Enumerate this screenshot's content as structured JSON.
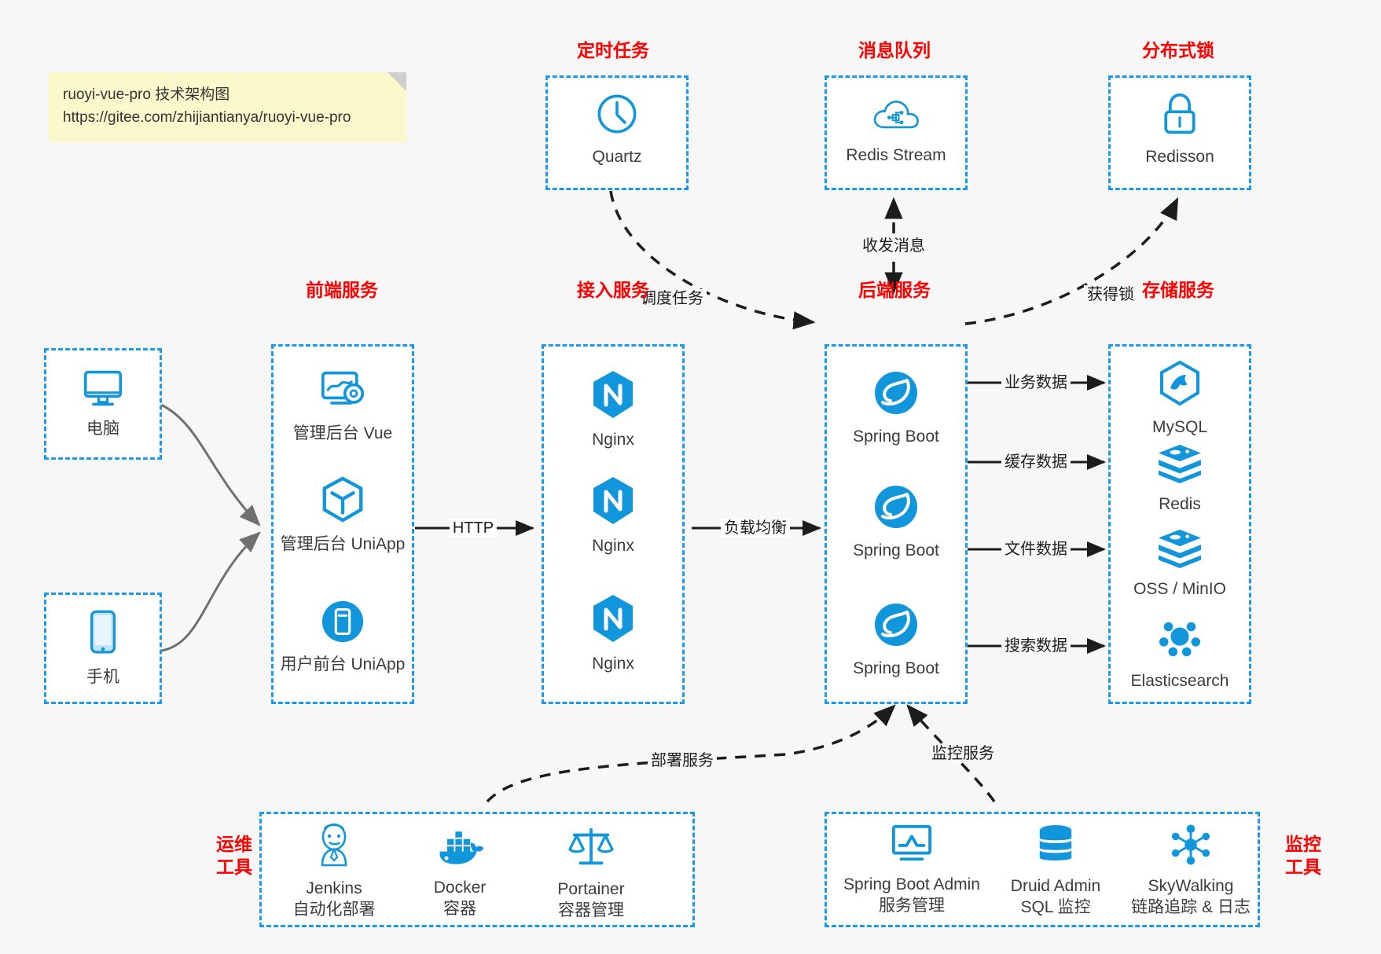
{
  "note": {
    "line1": "ruoyi-vue-pro 技术架构图",
    "line2": "https://gitee.com/zhijiantianya/ruoyi-vue-pro"
  },
  "colors": {
    "accent_blue": "#1a9aee",
    "icon_blue": "#1296db",
    "title_red": "#ff0000",
    "background": "#f7f7f7",
    "note_yellow": "#fbf8cc",
    "edge_gray": "#6f6f6f",
    "edge_black": "#1c1c1c"
  },
  "groups": {
    "scheduler": {
      "title": "定时任务",
      "nodes": [
        {
          "label": "Quartz",
          "icon": "clock-icon"
        }
      ]
    },
    "mq": {
      "title": "消息队列",
      "nodes": [
        {
          "label": "Redis Stream",
          "icon": "cloud-stream-icon"
        }
      ]
    },
    "lock": {
      "title": "分布式锁",
      "nodes": [
        {
          "label": "Redisson",
          "icon": "lock-icon"
        }
      ]
    },
    "clients": {
      "nodes": [
        {
          "label": "电脑",
          "icon": "desktop-monitor-icon"
        },
        {
          "label": "手机",
          "icon": "mobile-phone-icon"
        }
      ]
    },
    "frontend": {
      "title": "前端服务",
      "nodes": [
        {
          "label": "管理后台 Vue",
          "icon": "dashboard-gear-icon"
        },
        {
          "label": "管理后台 UniApp",
          "icon": "uniapp-cube-icon"
        },
        {
          "label": "用户前台 UniApp",
          "icon": "mobile-app-icon"
        }
      ]
    },
    "gateway": {
      "title": "接入服务",
      "nodes": [
        {
          "label": "Nginx",
          "icon": "nginx-icon"
        },
        {
          "label": "Nginx",
          "icon": "nginx-icon"
        },
        {
          "label": "Nginx",
          "icon": "nginx-icon"
        }
      ]
    },
    "backend": {
      "title": "后端服务",
      "nodes": [
        {
          "label": "Spring Boot",
          "icon": "spring-boot-icon"
        },
        {
          "label": "Spring Boot",
          "icon": "spring-boot-icon"
        },
        {
          "label": "Spring Boot",
          "icon": "spring-boot-icon"
        }
      ]
    },
    "storage": {
      "title": "存储服务",
      "nodes": [
        {
          "label": "MySQL",
          "icon": "mysql-icon"
        },
        {
          "label": "Redis",
          "icon": "redis-icon"
        },
        {
          "label": "OSS / MinIO",
          "icon": "oss-minio-icon"
        },
        {
          "label": "Elasticsearch",
          "icon": "elasticsearch-icon"
        }
      ]
    },
    "devops": {
      "title_line1": "运维",
      "title_line2": "工具",
      "nodes": [
        {
          "label": "Jenkins",
          "sublabel": "自动化部署",
          "icon": "jenkins-icon"
        },
        {
          "label": "Docker",
          "sublabel": "容器",
          "icon": "docker-icon"
        },
        {
          "label": "Portainer",
          "sublabel": "容器管理",
          "icon": "portainer-scales-icon"
        }
      ]
    },
    "monitor": {
      "title_line1": "监控",
      "title_line2": "工具",
      "nodes": [
        {
          "label": "Spring Boot Admin",
          "sublabel": "服务管理",
          "icon": "monitor-chart-icon"
        },
        {
          "label": "Druid Admin",
          "sublabel": "SQL 监控",
          "icon": "database-icon"
        },
        {
          "label": "SkyWalking",
          "sublabel": "链路追踪 & 日志",
          "icon": "skywalking-icon"
        }
      ]
    }
  },
  "edges": [
    {
      "label": "HTTP",
      "from": "frontend",
      "to": "gateway",
      "style": "solid"
    },
    {
      "label": "负载均衡",
      "from": "gateway",
      "to": "backend",
      "style": "solid"
    },
    {
      "label": "调度任务",
      "from": "scheduler",
      "to": "backend",
      "style": "dashed"
    },
    {
      "label": "收发消息",
      "from": "backend",
      "to": "mq",
      "style": "dashed-bidirectional"
    },
    {
      "label": "获得锁",
      "from": "backend",
      "to": "lock",
      "style": "dashed"
    },
    {
      "label": "业务数据",
      "from": "backend",
      "to": "mysql",
      "style": "solid"
    },
    {
      "label": "缓存数据",
      "from": "backend",
      "to": "redis",
      "style": "solid"
    },
    {
      "label": "文件数据",
      "from": "backend",
      "to": "oss",
      "style": "solid"
    },
    {
      "label": "搜索数据",
      "from": "backend",
      "to": "es",
      "style": "solid"
    },
    {
      "label": "部署服务",
      "from": "devops",
      "to": "backend",
      "style": "dashed"
    },
    {
      "label": "监控服务",
      "from": "monitor",
      "to": "backend",
      "style": "dashed"
    }
  ]
}
